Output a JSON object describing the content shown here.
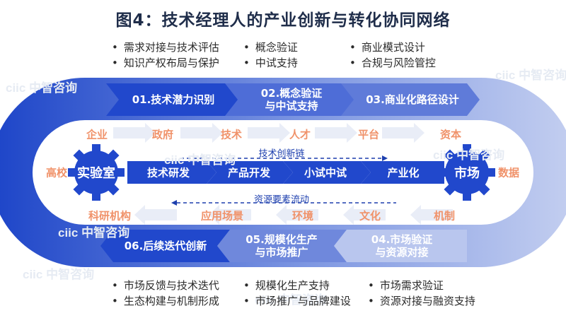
{
  "title": "图4：技术经理人的产业创新与转化协同网络",
  "watermark": "ciic 中智咨询",
  "top_bullets": [
    [
      "需求对接与技术评估",
      "知识产权布局与保护"
    ],
    [
      "概念验证",
      "中试支持"
    ],
    [
      "商业模式设计",
      "合规与风险管控"
    ]
  ],
  "bottom_bullets": [
    [
      "市场反馈与技术迭代",
      "生态构建与机制形成"
    ],
    [
      "规模化生产支持",
      "市场推广与品牌建设"
    ],
    [
      "市场需求验证",
      "资源对接与融资支持"
    ]
  ],
  "top_stages": [
    "01.技术潜力识别",
    "02.概念验证\n与中试支持",
    "03.商业化路径设计"
  ],
  "bottom_stages": [
    "06.后续迭代创新",
    "05.规模化生产\n与市场推广",
    "04.市场验证\n与资源对接"
  ],
  "upper_labels": [
    "企业",
    "政府",
    "技术",
    "人才",
    "平台",
    "资本"
  ],
  "lower_labels": [
    "科研机构",
    "应用场景",
    "环境",
    "文化",
    "机制"
  ],
  "side_labels": {
    "left": "高校",
    "right": "数据"
  },
  "chain_title": "技术创新链",
  "flow_title": "资源要素流动",
  "gears": {
    "left": "实验室",
    "right": "市场"
  },
  "chain_steps": [
    "技术研发",
    "产品开发",
    "小试中试",
    "产业化"
  ],
  "colors": {
    "dark_blue": "#1d45c9",
    "light_blue": "#aebde9",
    "accent_orange": "#f0926a",
    "title": "#1f2d4a"
  }
}
